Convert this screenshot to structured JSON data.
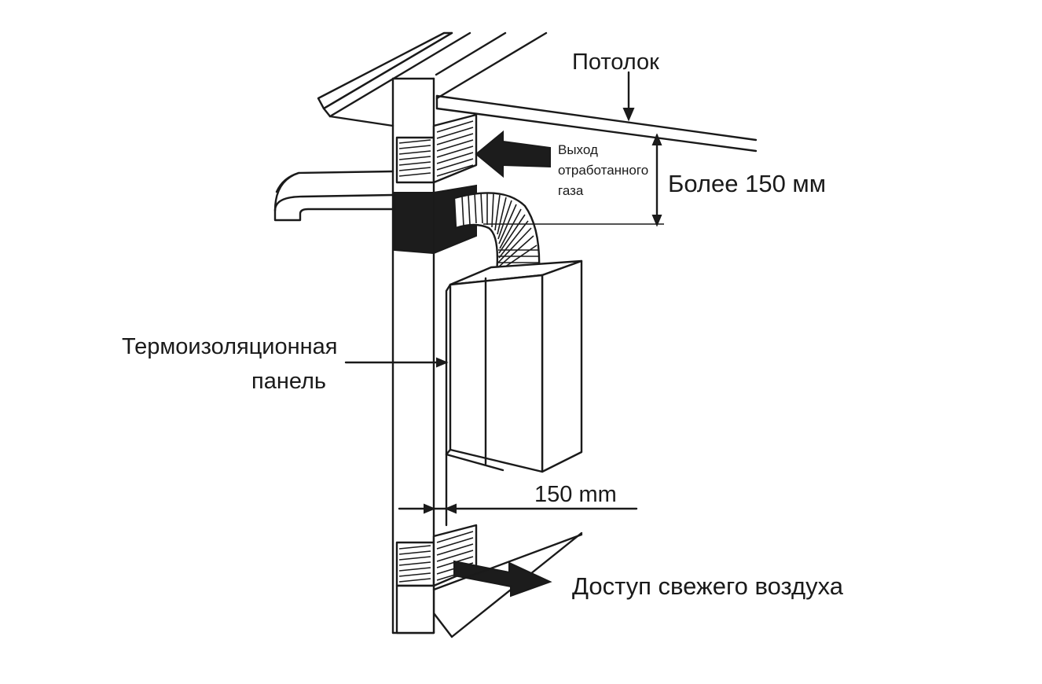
{
  "labels": {
    "ceiling": "Потолок",
    "exhaust_line1": "Выход",
    "exhaust_line2": "отработанного",
    "exhaust_line3": "газа",
    "clearance_top": "Более 150 мм",
    "panel_line1": "Термоизоляционная",
    "panel_line2": "панель",
    "clearance_side": "150 mm",
    "fresh_air": "Доступ свежего воздуха"
  },
  "colors": {
    "ink": "#1a1a1a",
    "fill_dark": "#1c1c1c",
    "background": "#ffffff"
  }
}
